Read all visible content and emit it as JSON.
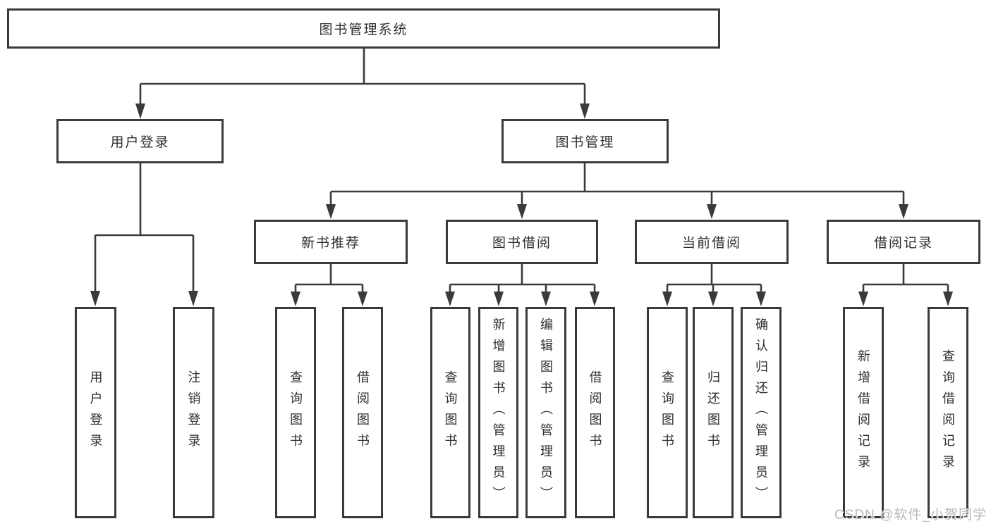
{
  "diagram": {
    "title": "图书管理系统",
    "branches": [
      {
        "label": "用户登录",
        "children": [
          {
            "label": "用户登录"
          },
          {
            "label": "注销登录"
          }
        ]
      },
      {
        "label": "图书管理",
        "children": [
          {
            "label": "新书推荐",
            "children": [
              {
                "label": "查询图书"
              },
              {
                "label": "借阅图书"
              }
            ]
          },
          {
            "label": "图书借阅",
            "children": [
              {
                "label": "查询图书"
              },
              {
                "label": "新增图书（管理员）"
              },
              {
                "label": "编辑图书（管理员）"
              },
              {
                "label": "借阅图书"
              }
            ]
          },
          {
            "label": "当前借阅",
            "children": [
              {
                "label": "查询图书"
              },
              {
                "label": "归还图书"
              },
              {
                "label": "确认归还（管理员）"
              }
            ]
          },
          {
            "label": "借阅记录",
            "children": [
              {
                "label": "新增借阅记录"
              },
              {
                "label": "查询借阅记录"
              }
            ]
          }
        ]
      }
    ]
  },
  "watermark": {
    "text": "CSDN @软件_小贺同学"
  },
  "colors": {
    "line": "#3a3a3a",
    "text": "#2e2e2e",
    "background": "#ffffff",
    "watermark": "#b9b9b9"
  }
}
